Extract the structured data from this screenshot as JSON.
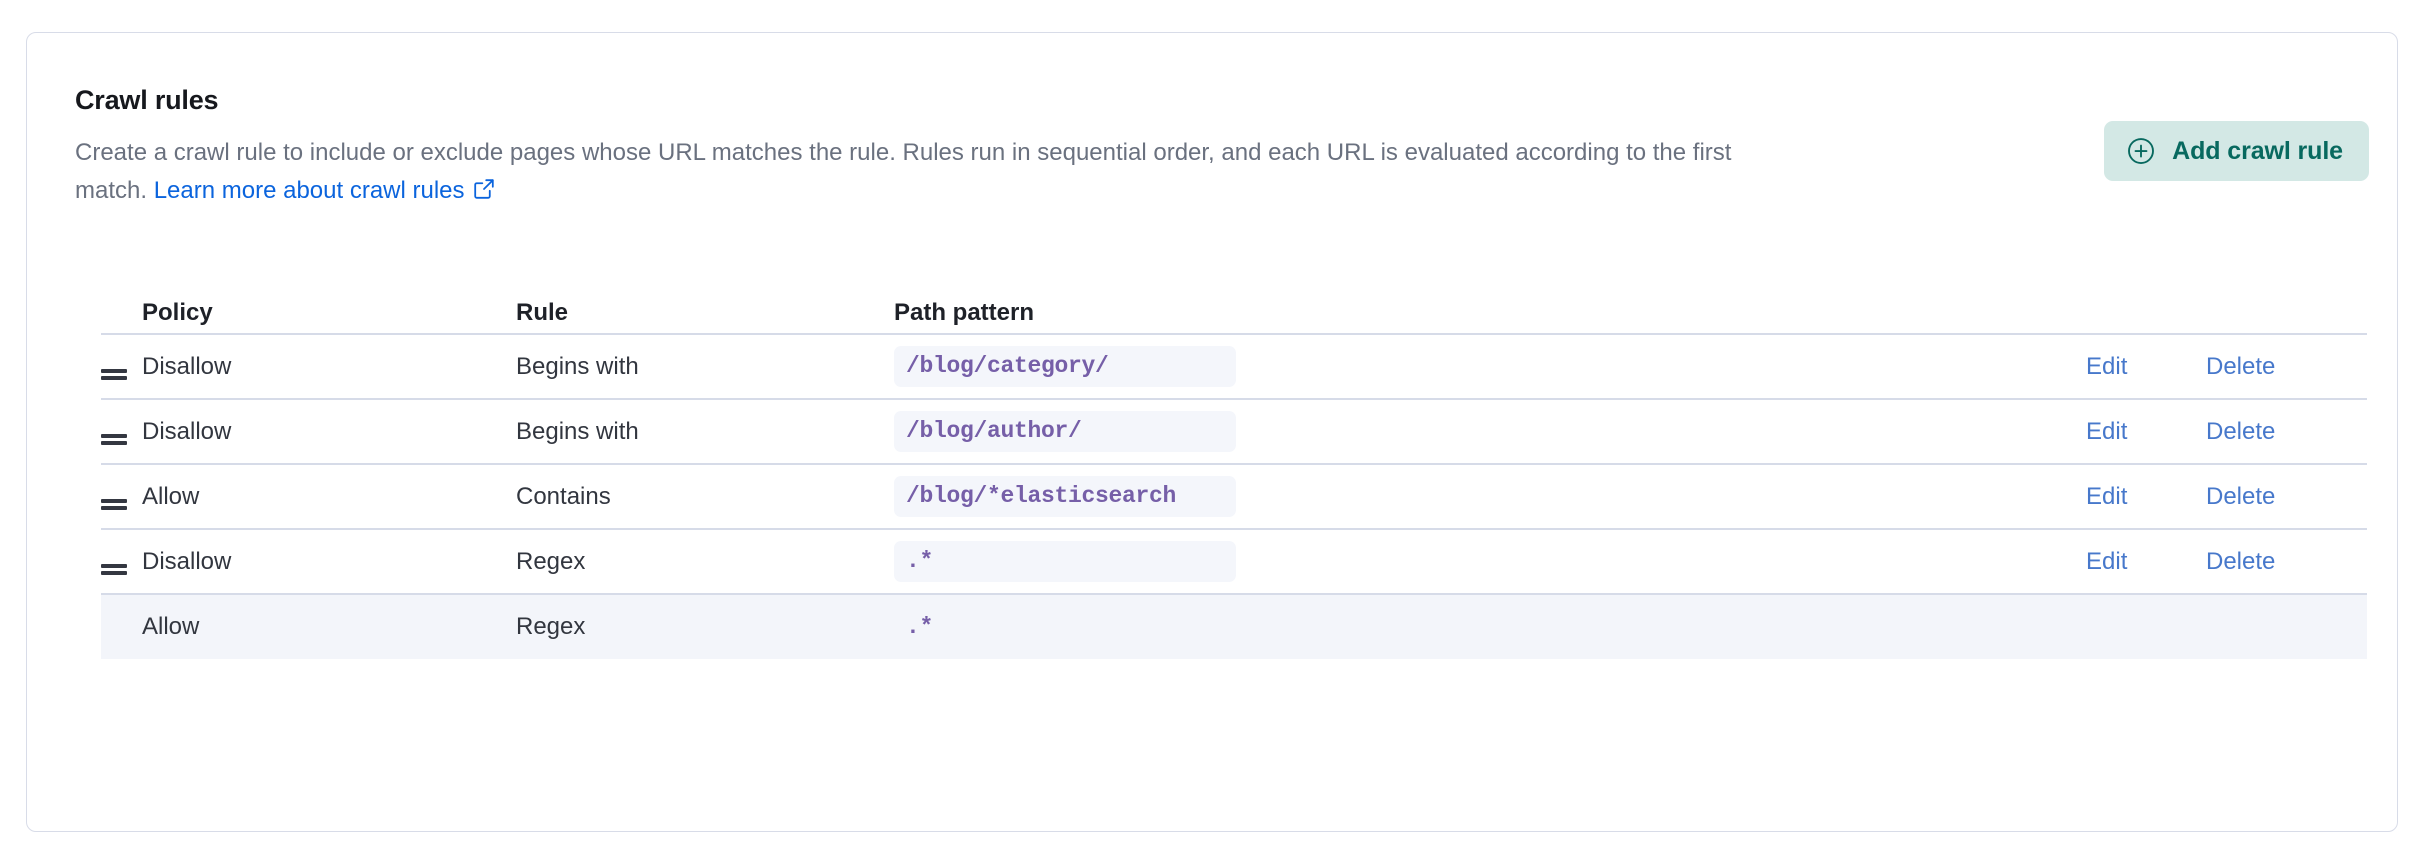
{
  "card": {
    "title": "Crawl rules",
    "description_part1": "Create a crawl rule to include or exclude pages whose URL matches the rule. Rules run in sequential order, and each URL is evaluated according to the first match. ",
    "link_label": "Learn more about crawl rules",
    "link_icon": "external-link-icon"
  },
  "toolbar": {
    "add_label": "Add crawl rule",
    "add_icon": "plus-circle-icon",
    "add_bg": "#d3e8e5",
    "add_fg": "#08695f"
  },
  "table": {
    "headers": {
      "policy": "Policy",
      "rule": "Rule",
      "path_pattern": "Path pattern"
    },
    "actions": {
      "edit": "Edit",
      "delete": "Delete"
    },
    "rows": [
      {
        "policy": "Disallow",
        "rule": "Begins with",
        "path": "/blog/category/",
        "draggable": true,
        "has_actions": true,
        "highlighted": false
      },
      {
        "policy": "Disallow",
        "rule": "Begins with",
        "path": "/blog/author/",
        "draggable": true,
        "has_actions": true,
        "highlighted": false
      },
      {
        "policy": "Allow",
        "rule": "Contains",
        "path": "/blog/*elasticsearch",
        "draggable": true,
        "has_actions": true,
        "highlighted": false
      },
      {
        "policy": "Disallow",
        "rule": "Regex",
        "path": ".*",
        "draggable": true,
        "has_actions": true,
        "highlighted": false
      },
      {
        "policy": "Allow",
        "rule": "Regex",
        "path": ".*",
        "draggable": false,
        "has_actions": false,
        "highlighted": true
      }
    ]
  },
  "colors": {
    "link_blue": "#0b64dd",
    "action_blue": "#4778cb",
    "code_purple": "#765fa8",
    "code_bg": "#f4f6fb",
    "border": "#d6dbe8",
    "muted_text": "#6a717f"
  }
}
